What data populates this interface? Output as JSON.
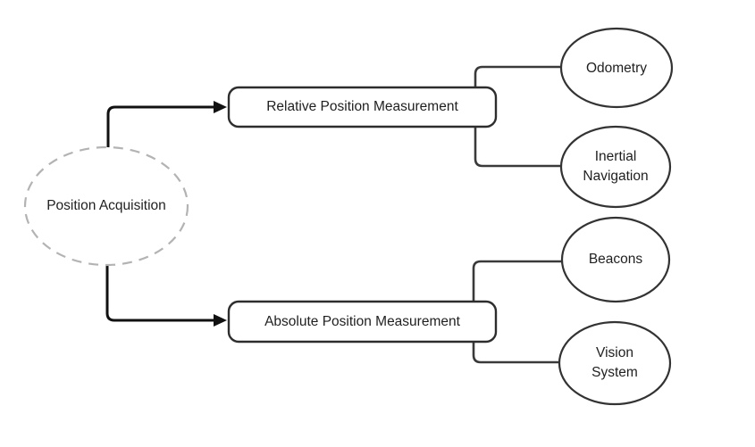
{
  "diagram": {
    "type": "tree",
    "root": {
      "label": "Position Acquisition"
    },
    "branches": [
      {
        "label": "Relative Position Measurement",
        "children": [
          {
            "label": "Odometry"
          },
          {
            "label": "Inertial\nNavigation"
          }
        ]
      },
      {
        "label": "Absolute Position Measurement",
        "children": [
          {
            "label": "Beacons"
          },
          {
            "label": "Vision\nSystem"
          }
        ]
      }
    ],
    "colors": {
      "background": "#ffffff",
      "root_stroke_dashed": "#b3b3b3",
      "node_stroke": "#333333",
      "connector": "#3a3a3a",
      "arrow": "#111111",
      "text": "#1f1f1f"
    }
  }
}
